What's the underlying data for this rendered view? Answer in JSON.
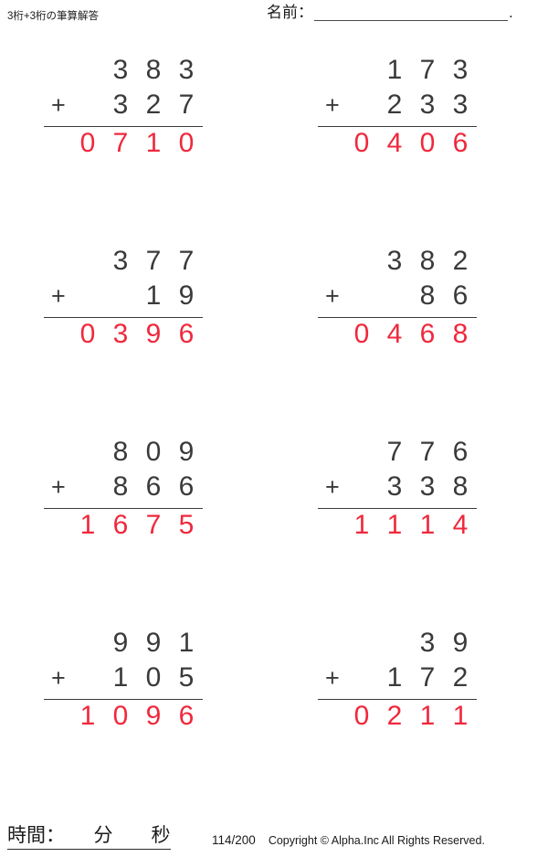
{
  "header": {
    "title": "3桁+3桁の筆算解答",
    "name_label": "名前：",
    "name_value": "",
    "name_trailing": "."
  },
  "worksheet": {
    "operator": "+",
    "answer_color": "#f0283c",
    "operand_color": "#3a3a3a",
    "problems": [
      {
        "index": 1,
        "addend1": "383",
        "addend2": "327",
        "sum": "710"
      },
      {
        "index": 2,
        "addend1": "173",
        "addend2": "233",
        "sum": "406"
      },
      {
        "index": 3,
        "addend1": "377",
        "addend2": "19",
        "sum": "396"
      },
      {
        "index": 4,
        "addend1": "382",
        "addend2": "86",
        "sum": "468"
      },
      {
        "index": 5,
        "addend1": "809",
        "addend2": "866",
        "sum": "1675"
      },
      {
        "index": 6,
        "addend1": "776",
        "addend2": "338",
        "sum": "1114"
      },
      {
        "index": 7,
        "addend1": "991",
        "addend2": "105",
        "sum": "1096"
      },
      {
        "index": 8,
        "addend1": "39",
        "addend2": "172",
        "sum": "211"
      }
    ]
  },
  "footer": {
    "time_label": "時間：",
    "minutes_unit": "分",
    "seconds_unit": "秒",
    "time_line": "時間：　　分　　秒",
    "page_number": "114/200",
    "copyright": "Copyright © Alpha.Inc All Rights Reserved."
  }
}
